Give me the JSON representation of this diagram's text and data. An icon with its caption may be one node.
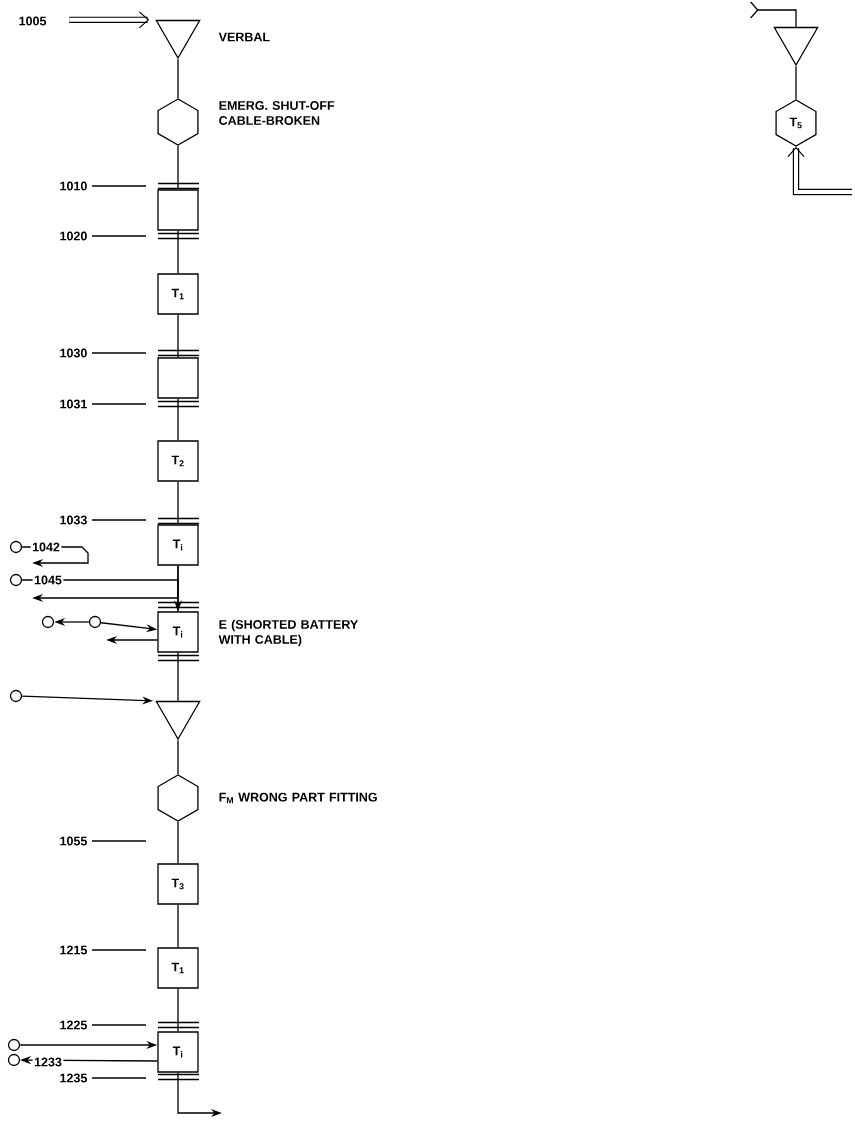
{
  "diagram": {
    "nodes": [
      {
        "text": [],
        "shape": "triangle",
        "beside": [
          "VERBAL"
        ]
      },
      {
        "text": [],
        "shape": "hexagon",
        "beside": [
          "EMERG. SHUT-OFF CABLE-BROKEN"
        ]
      },
      {
        "text": [],
        "shape": "box"
      },
      {
        "text": [
          "T$_{1}$"
        ]
      },
      {
        "text": [],
        "shape": "box"
      },
      {
        "text": [
          "T$_{2}$"
        ]
      },
      {
        "text": [
          "T$_{i}$"
        ]
      },
      {
        "text": [
          "T$_{i}$"
        ],
        "beside": [
          "E (SHORTED BATTERY WITH CABLE)"
        ]
      },
      {
        "text": [],
        "shape": "triangle"
      },
      {
        "text": [],
        "shape": "hexagon",
        "beside": [
          "F$_{M}$ WRONG PART FITTING"
        ]
      },
      {
        "text": [
          "T$_{3}$"
        ]
      },
      {
        "text": [
          "T$_{1}$"
        ]
      },
      {
        "text": [
          "T$_{i}$"
        ]
      },
      {
        "text": [],
        "shape": "triangle"
      },
      {
        "text": [
          "T$_{5}$"
        ]
      },
      {
        "text": [],
        "shape": "circle"
      },
      {
        "text": [],
        "shape": "circle"
      },
      {
        "text": [],
        "shape": "circle"
      },
      {
        "text": [],
        "shape": "circle"
      },
      {
        "text": [],
        "shape": "circle"
      },
      {
        "text": [],
        "shape": "circle"
      },
      {
        "text": [],
        "shape": "circle"
      }
    ],
    "edges": [
      {
        "from": null,
        "to": 0,
        "arrow": "to",
        "style": "thick"
      },
      {
        "from": 0,
        "to": 1,
        "arrow": "none"
      },
      {
        "from": 1,
        "to": 2,
        "arrow": "none"
      },
      {
        "from": 2,
        "to": 3,
        "arrow": "none"
      },
      {
        "from": 3,
        "to": 4,
        "arrow": "none"
      },
      {
        "from": 4,
        "to": 5,
        "arrow": "none"
      },
      {
        "from": 5,
        "to": 6,
        "arrow": "none"
      },
      {
        "from": 6,
        "to": 7,
        "arrow": "none"
      },
      {
        "from": 7,
        "to": 8,
        "arrow": "none"
      },
      {
        "from": 8,
        "to": 9,
        "arrow": "none"
      },
      {
        "from": 9,
        "to": 10,
        "arrow": "none"
      },
      {
        "from": 10,
        "to": 11,
        "arrow": "none"
      },
      {
        "from": 11,
        "to": 12,
        "arrow": "none"
      },
      {
        "from": 12,
        "to": null,
        "arrow": "to"
      },
      {
        "from": null,
        "to": 13,
        "arrow": "other"
      },
      {
        "from": 13,
        "to": 14,
        "arrow": "none"
      },
      {
        "from": null,
        "to": 14,
        "arrow": "to",
        "style": "thick"
      },
      {
        "from": 15,
        "to": null,
        "arrow": "to",
        "label": "1042"
      },
      {
        "from": 16,
        "to": 7,
        "arrow": "to",
        "label": "1045"
      },
      {
        "from": 6,
        "to": null,
        "arrow": "to"
      },
      {
        "from": 18,
        "to": 17,
        "arrow": "to"
      },
      {
        "from": 18,
        "to": 7,
        "arrow": "to"
      },
      {
        "from": 7,
        "to": null,
        "arrow": "to"
      },
      {
        "from": 19,
        "to": 8,
        "arrow": "to"
      },
      {
        "from": 20,
        "to": 12,
        "arrow": "to"
      },
      {
        "from": 12,
        "to": 21,
        "arrow": "to",
        "label": "1233"
      }
    ],
    "labels": [
      "1005",
      "1010",
      "1020",
      "1030",
      "1031",
      "1033",
      "1055",
      "1215",
      "1225",
      "1235"
    ]
  }
}
